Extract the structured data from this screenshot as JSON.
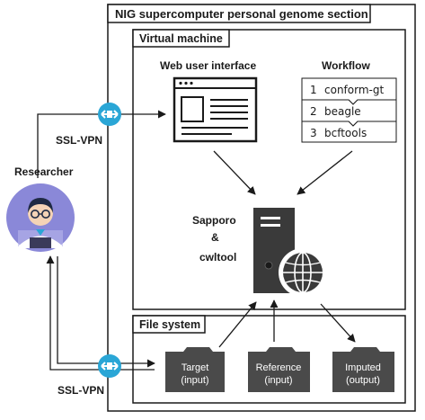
{
  "outer_title": "NIG supercomputer personal genome section",
  "vm_title": "Virtual machine",
  "web_ui_title": "Web user interface",
  "workflow": {
    "title": "Workflow",
    "steps": [
      {
        "num": "1",
        "name": "conform-gt"
      },
      {
        "num": "2",
        "name": "beagle"
      },
      {
        "num": "3",
        "name": "bcftools"
      }
    ]
  },
  "engine": {
    "line1": "Sapporo",
    "line2": "&",
    "line3": "cwltool"
  },
  "fs_title": "File system",
  "folders": [
    {
      "line1": "Target",
      "line2": "(input)"
    },
    {
      "line1": "Reference",
      "line2": "(input)"
    },
    {
      "line1": "Imputed",
      "line2": "(output)"
    }
  ],
  "researcher_label": "Researcher",
  "vpn_labels": {
    "top": "SSL-VPN",
    "bottom": "SSL-VPN"
  },
  "colors": {
    "vpn": "#2aa6d6",
    "avatar_bg": "#8a88d8",
    "server": "#3a3a3a",
    "folder": "#4a4a4a"
  }
}
